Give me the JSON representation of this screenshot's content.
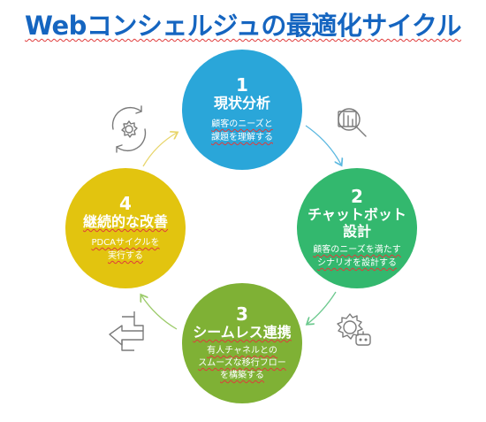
{
  "title": "Webコンシェルジュの最適化サイクル",
  "steps": [
    {
      "number": "1",
      "heading": "現状分析",
      "desc_lines": [
        "顧客のニーズと",
        "課題を理解する"
      ],
      "color": "#2aa6d9"
    },
    {
      "number": "2",
      "heading_lines": [
        "チャットボット",
        "設計"
      ],
      "desc_lines": [
        "顧客のニーズを満たす",
        "シナリオを設計する"
      ],
      "color": "#33b86e"
    },
    {
      "number": "3",
      "heading": "シームレス連携",
      "desc_lines": [
        "有人チャネルとの",
        "スムーズな移行フロー",
        "を構築する"
      ],
      "color": "#7fb135"
    },
    {
      "number": "4",
      "heading": "継続的な改善",
      "desc_lines": [
        "PDCAサイクルを",
        "実行する"
      ],
      "color": "#e2c40f"
    }
  ],
  "icons": {
    "step1": "analytics-magnifier-icon",
    "step2": "gear-chatbot-icon",
    "step3": "bidirectional-arrows-icon",
    "step4": "refresh-gear-icon"
  },
  "colors": {
    "title": "#1565c0",
    "arrow_1_2": "#5bb8e0",
    "arrow_2_3": "#6cc98e",
    "arrow_3_4": "#9ccb6a",
    "arrow_4_1": "#e8d56a",
    "icon_stroke": "#7a7a7a"
  }
}
